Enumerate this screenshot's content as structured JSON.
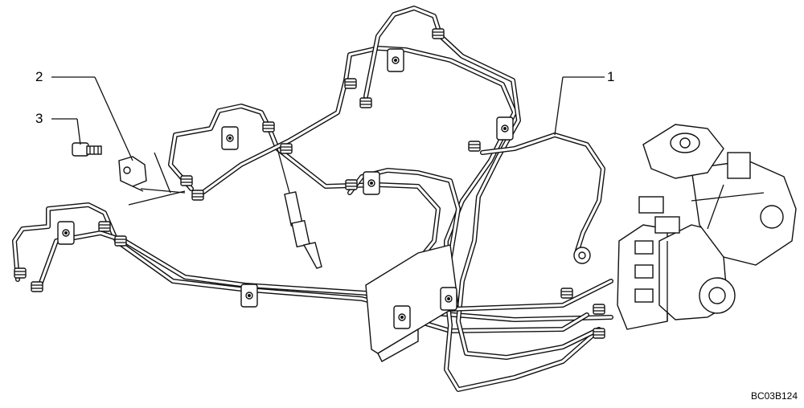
{
  "callouts": [
    {
      "number": "1",
      "name": "fuel-injection-pipes"
    },
    {
      "number": "2",
      "name": "clamp"
    },
    {
      "number": "3",
      "name": "fitting"
    }
  ],
  "drawing_code": "BC03B124"
}
